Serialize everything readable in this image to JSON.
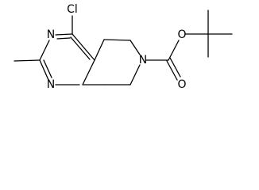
{
  "molecule": {
    "atoms": {
      "cl": "Cl",
      "n_top": "N",
      "n_bottom": "N",
      "n_ring": "N",
      "o_ester": "O",
      "o_carbonyl": "O"
    }
  }
}
